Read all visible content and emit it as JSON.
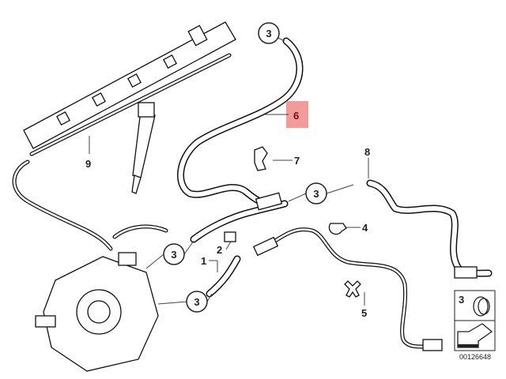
{
  "diagram": {
    "callouts": [
      {
        "id": "callout-3-top",
        "label": "3"
      },
      {
        "id": "callout-3-mid",
        "label": "3"
      },
      {
        "id": "callout-3-left",
        "label": "3"
      },
      {
        "id": "callout-3-bottom",
        "label": "3"
      }
    ],
    "labels": {
      "part_1": "1",
      "part_2": "2",
      "part_4": "4",
      "part_5": "5",
      "part_6": "6",
      "part_7": "7",
      "part_8": "8",
      "part_9": "9"
    },
    "highlighted_part": "6",
    "highlight_color": "#f39a9a",
    "legend": {
      "clamp_label": "3"
    },
    "diagram_id": "00126648"
  }
}
